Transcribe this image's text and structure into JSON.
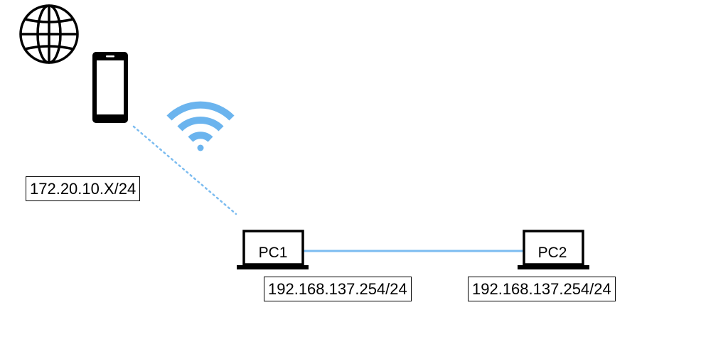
{
  "nodes": {
    "phone": {
      "ip": "172.20.10.X/24"
    },
    "pc1": {
      "label": "PC1",
      "ip": "192.168.137.254/24"
    },
    "pc2": {
      "label": "PC2",
      "ip": "192.168.137.254/24"
    }
  },
  "icons": {
    "internet": "globe-icon",
    "phone": "smartphone-icon",
    "wireless": "wifi-icon",
    "computer": "laptop-icon"
  },
  "colors": {
    "link": "#7cbcf0",
    "wifi": "#6bb4ee",
    "stroke": "#000000"
  }
}
